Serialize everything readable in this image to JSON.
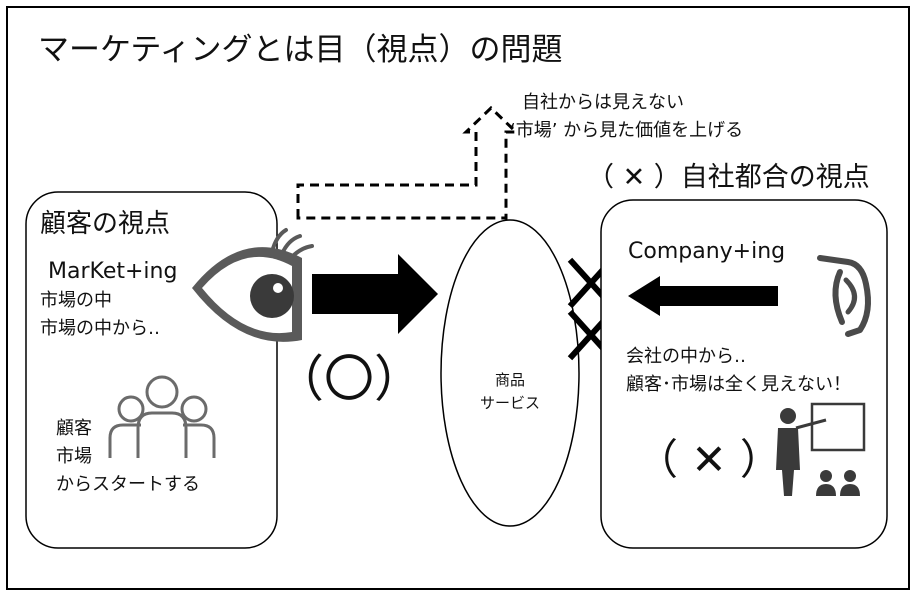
{
  "title": "マーケティングとは目（視点）の問題",
  "top_note": {
    "line1": "自社からは見えない",
    "line2": "‘市場’ から見た価値を上げる"
  },
  "customer_view": {
    "heading": "顧客の視点",
    "term": "MarKet+ing",
    "line1": "市場の中",
    "line2": "市場の中から‥",
    "people_line1": "顧客",
    "people_line2": "市場",
    "people_line3": "からスタートする",
    "verdict": "（〇）"
  },
  "product": {
    "line1": "商品",
    "line2": "サービス"
  },
  "company_view": {
    "heading": "（ ✕ ）自社都合の視点",
    "term": "Company+ing",
    "line1": "会社の中から‥",
    "line2": "顧客･市場は全く見えない！",
    "verdict": "（ ✕ ）"
  },
  "icons": {
    "customer_eye": "eye-icon",
    "company_eye": "eye-icon",
    "people": "people-group-icon",
    "presenter": "presenter-icon",
    "cross_marks": "cross-mark-icon"
  },
  "colors": {
    "eye_fill": "#5a5a5a",
    "people_stroke": "#6b6b6b",
    "presenter_fill": "#3a3a3a",
    "arrow_fill": "#000000"
  }
}
